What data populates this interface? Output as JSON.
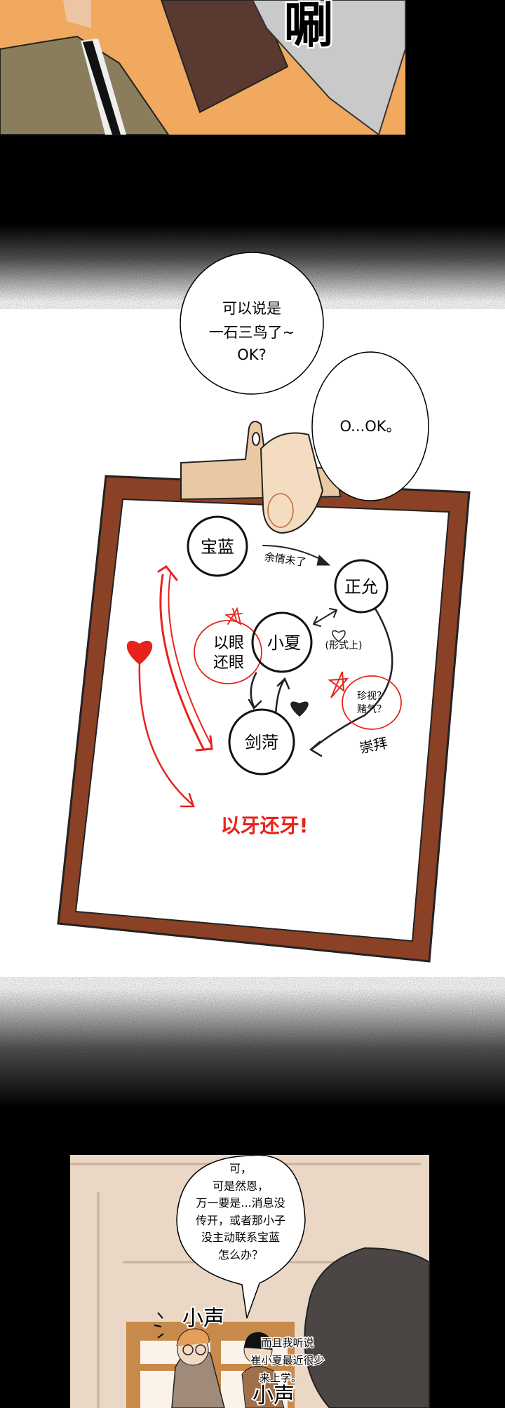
{
  "panel1": {
    "sfx": "唰",
    "colors": {
      "bg": "#f0a95e",
      "right": "#000000"
    }
  },
  "bubble1": {
    "lines": [
      "可以说是",
      "一石三鸟了~",
      "OK?"
    ]
  },
  "bubble2": {
    "text": "O...OK。"
  },
  "diagram": {
    "nodes": {
      "baolan": "宝蓝",
      "zhengyun": "正允",
      "xiaoxia": "小夏",
      "eye_l1": "以眼",
      "eye_l2": "还眼",
      "jianhe": "剑菏"
    },
    "labels": {
      "yuqing": "余情未了",
      "xingshi": "(形式上)",
      "zhenshi": "珍视？",
      "duqi": "赌气？",
      "chongbai": "崇拜"
    },
    "slogan": "以牙还牙!",
    "colors": {
      "red": "#e8231c",
      "board": "#8a4125",
      "paper": "#ffffff"
    }
  },
  "panel3": {
    "bubble_lines": [
      "可，",
      "可是然恩，",
      "万一要是...消息没",
      "传开，或者那小子",
      "没主动联系宝蓝",
      "怎么办？"
    ],
    "whisper_lines": [
      "而且我听说",
      "崔小夏最近很少",
      "来上学。"
    ],
    "sfx1": "小声",
    "sfx2": "小声"
  }
}
